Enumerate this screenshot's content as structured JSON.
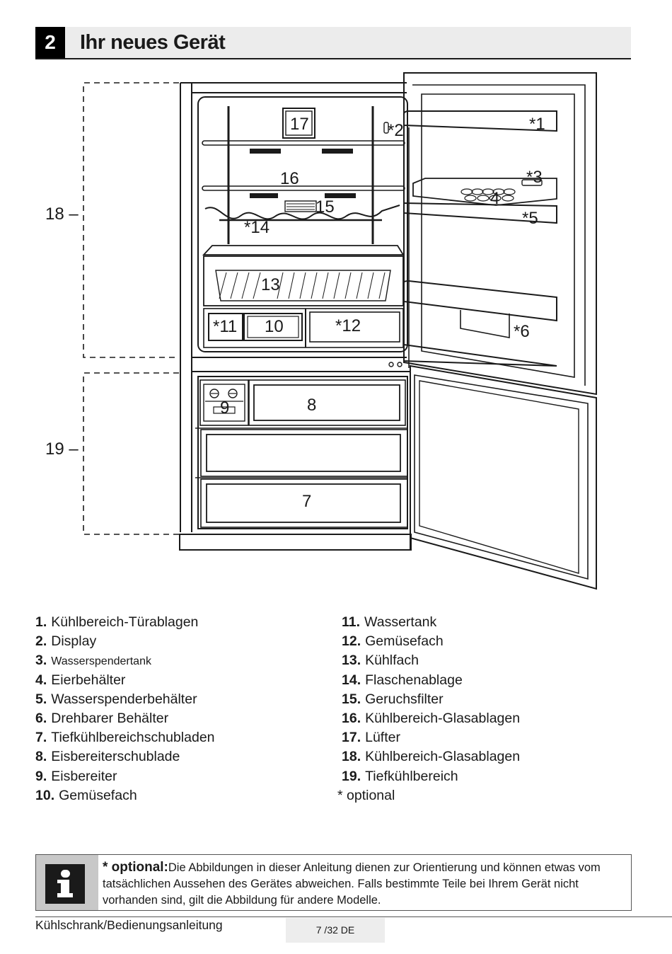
{
  "header": {
    "number": "2",
    "title": "Ihr neues Gerät"
  },
  "diagram_labels": {
    "l1": "*1",
    "l2": "*2",
    "l3": "*3",
    "l4": "4",
    "l5": "*5",
    "l6": "*6",
    "l7": "7",
    "l8": "8",
    "l9": "9",
    "l10": "10",
    "l11": "*11",
    "l12": "*12",
    "l13": "13",
    "l14": "*14",
    "l15": "15",
    "l16": "16",
    "l17": "17",
    "l18": "18 –",
    "l19": "19 –"
  },
  "parts_left": [
    {
      "num": "1.",
      "text": "Kühlbereich-Türablagen"
    },
    {
      "num": "2.",
      "text": "Display"
    },
    {
      "num": "3.",
      "text": "Wasserspendertank"
    },
    {
      "num": "4.",
      "text": "Eierbehälter"
    },
    {
      "num": "5.",
      "text": "Wasserspenderbehälter"
    },
    {
      "num": "6.",
      "text": "Drehbarer Behälter"
    },
    {
      "num": "7.",
      "text": "Tiefkühlbereichschubladen"
    },
    {
      "num": "8.",
      "text": "Eisbereiterschublade"
    },
    {
      "num": "9.",
      "text": "Eisbereiter"
    },
    {
      "num": "10.",
      "text": "Gemüsefach"
    }
  ],
  "parts_right": [
    {
      "num": "11.",
      "text": "Wassertank"
    },
    {
      "num": "12.",
      "text": "Gemüsefach"
    },
    {
      "num": "13.",
      "text": "Kühlfach"
    },
    {
      "num": "14.",
      "text": "Flaschenablage"
    },
    {
      "num": "15.",
      "text": "Geruchsfilter"
    },
    {
      "num": "16.",
      "text": "Kühlbereich-Glasablagen"
    },
    {
      "num": "17.",
      "text": "Lüfter"
    },
    {
      "num": "18.",
      "text": "Kühlbereich-Glasablagen"
    },
    {
      "num": "19.",
      "text": "Tiefkühlbereich"
    }
  ],
  "optional_note": "* optional",
  "info": {
    "icon": "info-icon",
    "bold": "* optional:",
    "text": "Die Abbildungen in dieser Anleitung dienen zur Orientierung und können etwas vom tatsächlichen Aussehen des Gerätes abweichen. Falls bestimmte Teile bei Ihrem Gerät nicht vorhanden sind, gilt die Abbildung für andere Modelle."
  },
  "footer": {
    "left": "Kühlschrank/Bedienungsanleitung",
    "page": "7 /32 DE"
  }
}
